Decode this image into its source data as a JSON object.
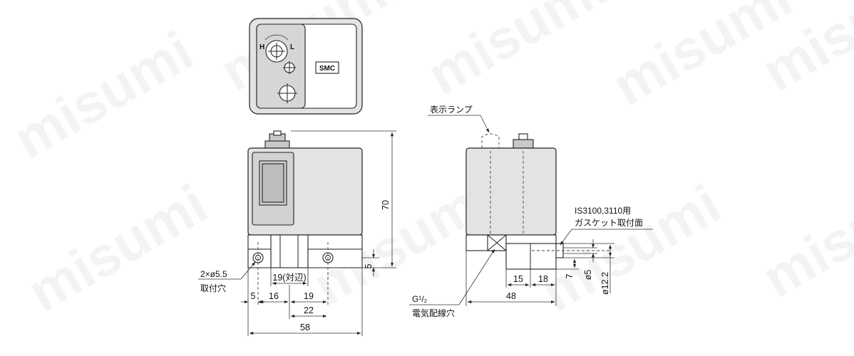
{
  "watermark": "misumi",
  "top_view": {
    "dial_high": "H",
    "dial_low": "L",
    "brand_label": "SMC"
  },
  "front_view": {
    "dim_height": "70",
    "dim_foot": "5",
    "mount_hole_callout": "2×ø5.5",
    "mount_hole_label": "取付穴",
    "dim_across_flats": "19(対辺)",
    "dim_5": "5",
    "dim_16": "16",
    "dim_19": "19",
    "dim_22": "22",
    "dim_58": "58"
  },
  "side_view": {
    "lamp_label": "表示ランプ",
    "gasket_label_line1": "IS3100,3110用",
    "gasket_label_line2": "ガスケット取付面",
    "wiring_label_line1": "G¹/₂",
    "wiring_label_line2": "電気配線穴",
    "dim_15": "15",
    "dim_18": "18",
    "dim_48": "48",
    "dim_7": "7",
    "dim_o5": "ø5",
    "dim_o12_2": "ø12.2"
  }
}
